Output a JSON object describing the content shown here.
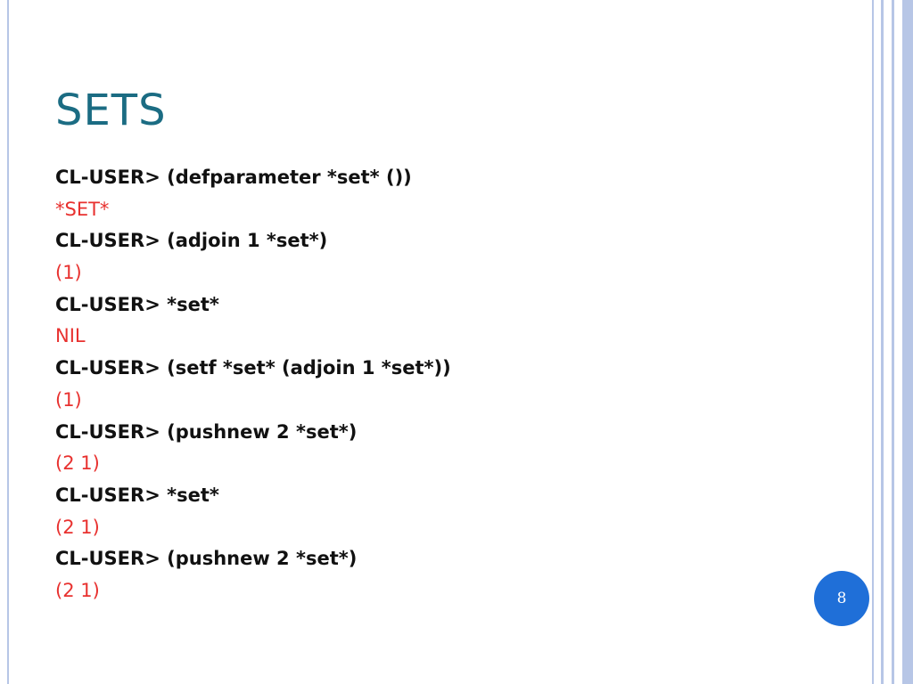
{
  "slide": {
    "title": "SETS",
    "page_number": "8",
    "colors": {
      "title": "#1b6c83",
      "input_text": "#111111",
      "output_text": "#e8312f",
      "badge": "#1f6fd8",
      "border": "#b7c6e6"
    },
    "lines": [
      {
        "type": "input",
        "text": "CL-USER> (defparameter *set* ())"
      },
      {
        "type": "output",
        "text": "*SET*"
      },
      {
        "type": "input",
        "text": "CL-USER> (adjoin 1 *set*)"
      },
      {
        "type": "output",
        "text": "(1)"
      },
      {
        "type": "input",
        "text": "CL-USER> *set*"
      },
      {
        "type": "output",
        "text": "NIL"
      },
      {
        "type": "input",
        "text": "CL-USER> (setf *set* (adjoin 1 *set*))"
      },
      {
        "type": "output",
        "text": "(1)"
      },
      {
        "type": "input",
        "text": "CL-USER> (pushnew 2 *set*)"
      },
      {
        "type": "output",
        "text": "(2 1)"
      },
      {
        "type": "input",
        "text": "CL-USER> *set*"
      },
      {
        "type": "output",
        "text": "(2 1)"
      },
      {
        "type": "input",
        "text": "CL-USER> (pushnew 2 *set*)"
      },
      {
        "type": "output",
        "text": "(2 1)"
      }
    ]
  }
}
